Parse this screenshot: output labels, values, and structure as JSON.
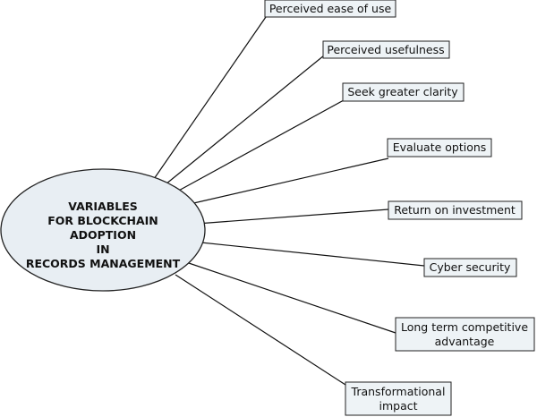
{
  "center": {
    "lines": [
      "VARIABLES",
      "FOR BLOCKCHAIN",
      "ADOPTION",
      "IN",
      "RECORDS MANAGEMENT"
    ]
  },
  "variables": [
    {
      "lines": [
        "Perceived ease of use"
      ]
    },
    {
      "lines": [
        "Perceived usefulness"
      ]
    },
    {
      "lines": [
        "Seek greater clarity"
      ]
    },
    {
      "lines": [
        "Evaluate options"
      ]
    },
    {
      "lines": [
        "Return on investment"
      ]
    },
    {
      "lines": [
        "Cyber security"
      ]
    },
    {
      "lines": [
        "Long term competitive",
        "advantage"
      ]
    },
    {
      "lines": [
        "Transformational",
        "impact"
      ]
    }
  ]
}
